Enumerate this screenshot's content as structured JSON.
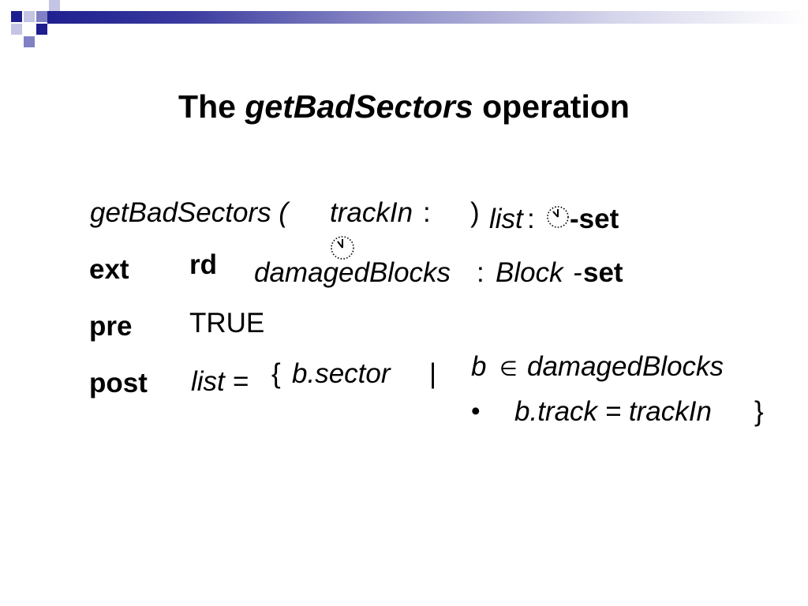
{
  "slide": {
    "title": {
      "prefix": "The",
      "emphasis": "getBadSectors",
      "suffix": "operation"
    },
    "signature": {
      "name": "getBadSectors (",
      "param": "trackIn",
      "param_colon": ":",
      "close_paren": ")",
      "result": "list",
      "result_colon": ":",
      "result_type_suffix": "-set"
    },
    "ext": {
      "keyword": "ext",
      "mode": "rd",
      "variable": "damagedBlocks",
      "colon": ":",
      "type": "Block",
      "type_sep": "-",
      "type_suffix": "set"
    },
    "pre": {
      "keyword": "pre",
      "condition": "TRUE"
    },
    "post": {
      "keyword": "post",
      "lhs": "list =",
      "open_brace": "{",
      "element": "b.sector",
      "bar": "|",
      "bind_var": "b",
      "member_symbol": "∈",
      "set_name": "damagedBlocks",
      "bullet": "•",
      "predicate": "b.track = trackIn",
      "close_brace": "}"
    },
    "icons": {
      "type_placeholder_1": "clock-icon",
      "type_placeholder_2": "clock-icon"
    },
    "colors": {
      "header_dark": "#1f1f8f",
      "header_mid": "#8080c4",
      "header_light": "#c4c4e4"
    }
  }
}
